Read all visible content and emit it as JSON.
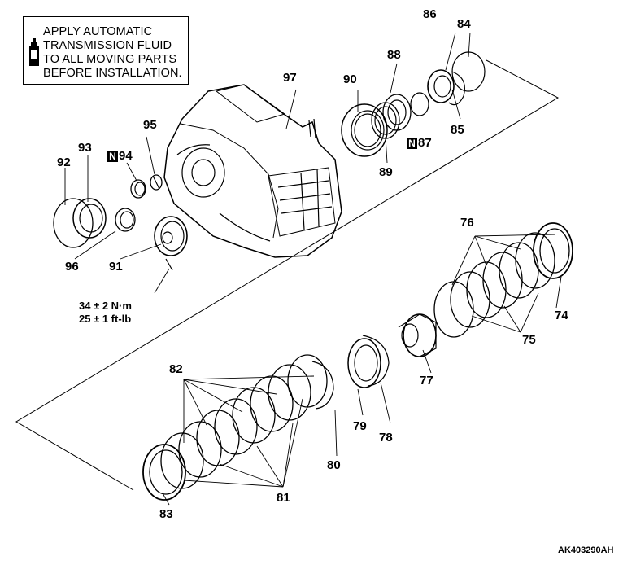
{
  "note": {
    "lines": [
      "APPLY AUTOMATIC",
      "TRANSMISSION FLUID",
      "TO ALL MOVING PARTS",
      "BEFORE INSTALLATION."
    ],
    "icon": "oil-can-icon"
  },
  "torque": {
    "metric": "34 ± 2 N·m",
    "imperial": "25 ± 1 ft-lb"
  },
  "figure_id": "AK403290AH",
  "nonreusable_symbol": "N",
  "labels": {
    "l74": "74",
    "l75": "75",
    "l76": "76",
    "l77": "77",
    "l78": "78",
    "l79": "79",
    "l80": "80",
    "l81": "81",
    "l82": "82",
    "l83": "83",
    "l84": "84",
    "l85": "85",
    "l86": "86",
    "l87": "87",
    "l88": "88",
    "l89": "89",
    "l90": "90",
    "l91": "91",
    "l92": "92",
    "l93": "93",
    "l94": "94",
    "l95": "95",
    "l96": "96",
    "l97": "97"
  }
}
